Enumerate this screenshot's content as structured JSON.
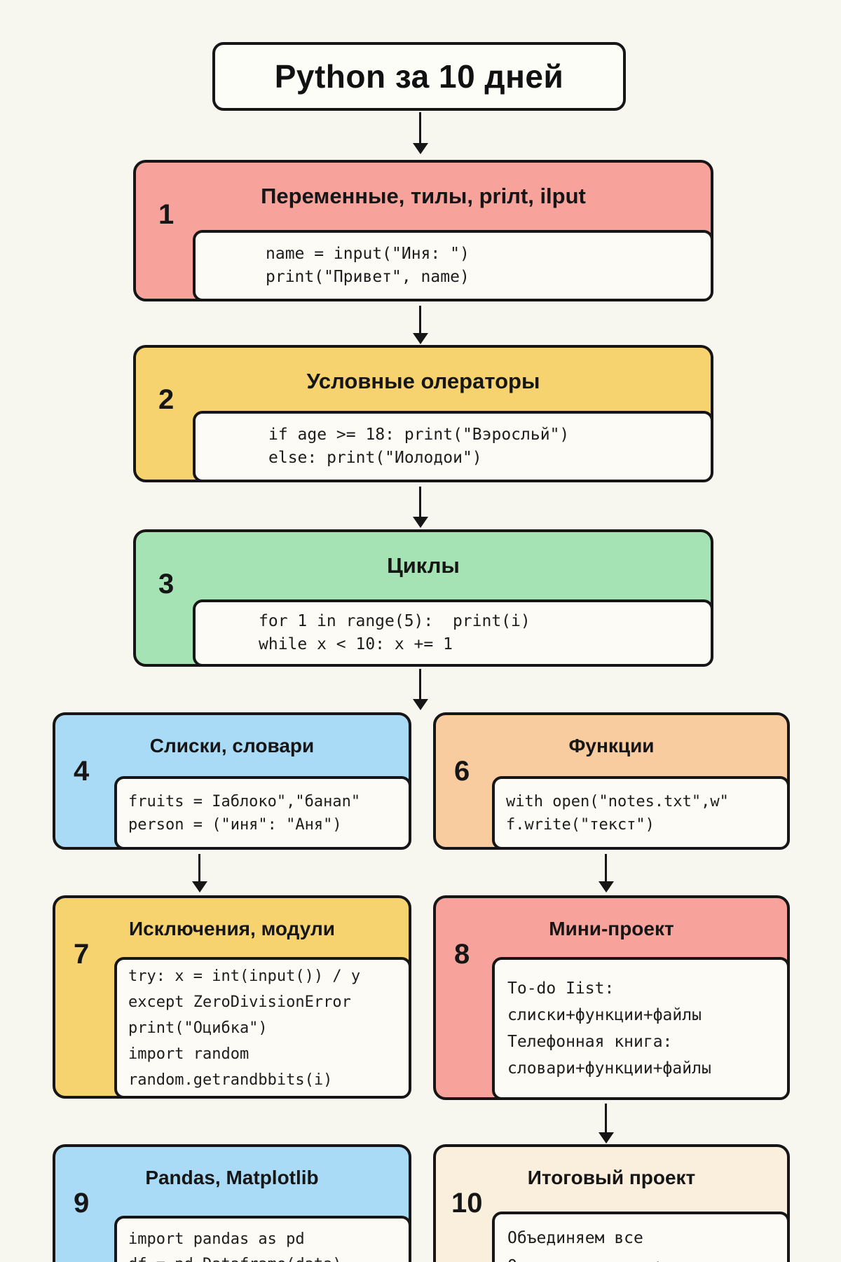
{
  "title": "Python за 10 дней",
  "palette": {
    "background": "#f7f6ef",
    "border": "#161616",
    "code_panel": "#fcfbf5",
    "step_salmon": "#f7a29b",
    "step_yellow": "#f7d36f",
    "step_green": "#a6e3b4",
    "step_blue": "#aadbf6",
    "step_peach": "#f8cc9f",
    "step_cream": "#faeedd"
  },
  "steps": [
    {
      "num": "1",
      "title": "Переменные, тилы, prілt, іlput",
      "code": [
        "name = input(\"Иня: \")",
        "print(\"Привет\", name)"
      ]
    },
    {
      "num": "2",
      "title": "Условные олераторы",
      "code": [
        "if age >= 18: print(\"Вэросльй\")",
        "else: print(\"Иолодои\")"
      ]
    },
    {
      "num": "3",
      "title": "Циклы",
      "code": [
        "for 1 in range(5):  print(i)",
        "while x < 10: x += 1"
      ]
    },
    {
      "num": "4",
      "title": "Слиски, словари",
      "code": [
        "fruits = Iаблоко\",\"банan\"",
        "person = (\"иня\": \"Аня\")"
      ]
    },
    {
      "num": "6",
      "title": "Функции",
      "code": [
        "with open(\"notes.txt\",w\"",
        "f.write(\"текст\")"
      ]
    },
    {
      "num": "7",
      "title": "Исключения, модули",
      "code": [
        "try: x = int(input()) / y",
        "except ZeroDivisionError",
        "print(\"Оцибка\")",
        "import random",
        "random.getrandbbits(i)"
      ]
    },
    {
      "num": "8",
      "title": "Мини-проект",
      "code": [
        "To-do Iist:",
        "слиски+функции+файлы",
        "Телефонная книга:",
        "словари+функции+файлы"
      ]
    },
    {
      "num": "9",
      "title": "Pandas, Matplotlib",
      "code": [
        "import pandas as pd",
        "df = pd.Dataframe(data)"
      ]
    },
    {
      "num": "10",
      "title": "Итоговый проект",
      "code": [
        "Объединяем все",
        "Оимсник, цяклы + гмога"
      ]
    }
  ]
}
